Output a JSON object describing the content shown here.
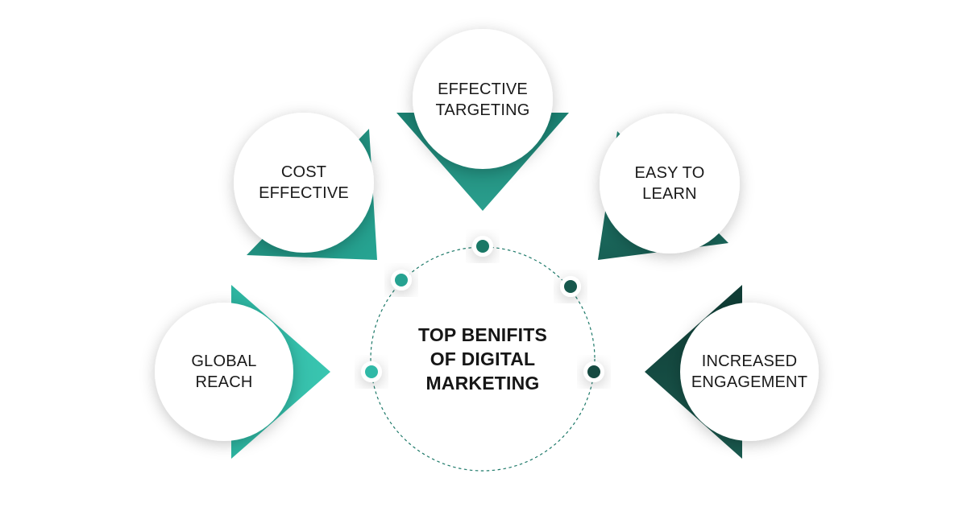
{
  "center": {
    "lines": [
      "TOP BENIFITS",
      "OF DIGITAL",
      "MARKETING"
    ]
  },
  "benefits": [
    {
      "id": "global-reach",
      "lines": [
        "GLOBAL",
        "REACH"
      ]
    },
    {
      "id": "cost-effective",
      "lines": [
        "COST",
        "EFFECTIVE"
      ]
    },
    {
      "id": "effective-targeting",
      "lines": [
        "EFFECTIVE",
        "TARGETING"
      ]
    },
    {
      "id": "easy-to-learn",
      "lines": [
        "EASY TO",
        "LEARN"
      ]
    },
    {
      "id": "increased-engagement",
      "lines": [
        "INCREASED",
        "ENGAGEMENT"
      ]
    }
  ],
  "colors": {
    "teal_light": "#2fb8a6",
    "teal_mid": "#1f8f7e",
    "teal_dark": "#1a6b5e",
    "teal_darkest": "#13433b",
    "dashed_circle": "#1f7a6a",
    "bubble_fill": "#ffffff"
  }
}
